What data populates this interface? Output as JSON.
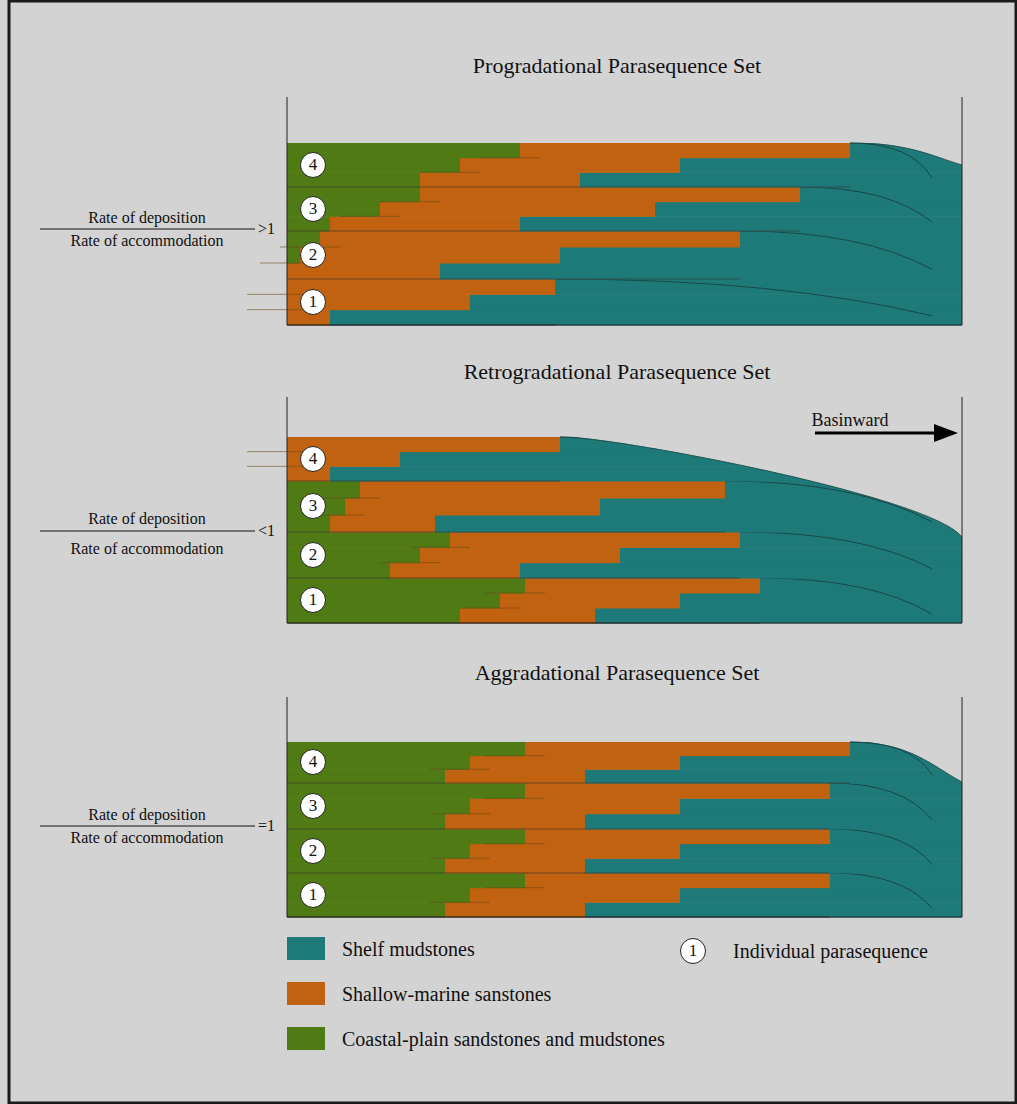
{
  "diagram": {
    "nodes": [
      {
        "text": [
          "4"
        ]
      },
      {
        "text": [
          "3"
        ]
      },
      {
        "text": [
          "2"
        ]
      },
      {
        "text": [
          "1"
        ]
      },
      {
        "text": [
          "4"
        ]
      },
      {
        "text": [
          "3"
        ]
      },
      {
        "text": [
          "2"
        ]
      },
      {
        "text": [
          "1"
        ]
      },
      {
        "text": [
          "4"
        ]
      },
      {
        "text": [
          "3"
        ]
      },
      {
        "text": [
          "2"
        ]
      },
      {
        "text": [
          "1"
        ]
      },
      {
        "text": [
          "1"
        ]
      }
    ],
    "labels": [
      "Progradational Parasequence Set",
      "Rate of deposition",
      "Rate of accommodation",
      ">1",
      "Retrogradational Parasequence Set",
      "Basinward",
      "Rate of deposition",
      "Rate of accommodation",
      "<1",
      "Aggradational Parasequence Set",
      "Rate of deposition",
      "Rate of accommodation",
      "=1"
    ],
    "legend": [
      {
        "text": "Shelf mudstones",
        "color": "#1e7a78"
      },
      {
        "text": "Shallow-marine sanstones",
        "color": "#c0620f"
      },
      {
        "text": "Coastal-plain sandstones and mudstones",
        "color": "#4f7a14"
      },
      {
        "text": "Individual parasequence"
      }
    ]
  }
}
